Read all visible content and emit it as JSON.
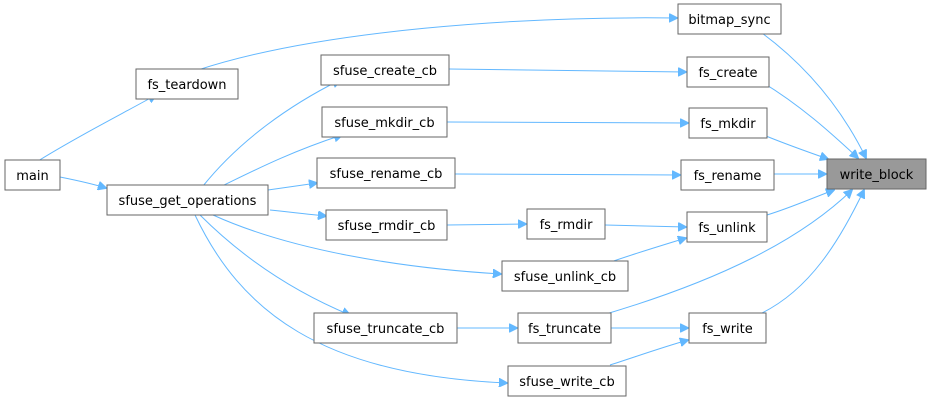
{
  "graph": {
    "colors": {
      "edge": "#63b8ff",
      "node_border": "#666666",
      "focus_fill": "#999999",
      "node_fill": "#ffffff"
    },
    "nodes": {
      "write_block": "write_block",
      "bitmap_sync": "bitmap_sync",
      "fs_create": "fs_create",
      "fs_mkdir": "fs_mkdir",
      "fs_rename": "fs_rename",
      "fs_unlink": "fs_unlink",
      "fs_write": "fs_write",
      "fs_teardown": "fs_teardown",
      "sfuse_create_cb": "sfuse_create_cb",
      "sfuse_mkdir_cb": "sfuse_mkdir_cb",
      "sfuse_rename_cb": "sfuse_rename_cb",
      "sfuse_rmdir_cb": "sfuse_rmdir_cb",
      "fs_rmdir": "fs_rmdir",
      "sfuse_unlink_cb": "sfuse_unlink_cb",
      "sfuse_truncate_cb": "sfuse_truncate_cb",
      "fs_truncate": "fs_truncate",
      "sfuse_write_cb": "sfuse_write_cb",
      "main": "main",
      "sfuse_get_operations": "sfuse_get_operations"
    },
    "edges": [
      [
        "bitmap_sync",
        "write_block"
      ],
      [
        "fs_create",
        "write_block"
      ],
      [
        "fs_mkdir",
        "write_block"
      ],
      [
        "fs_rename",
        "write_block"
      ],
      [
        "fs_unlink",
        "write_block"
      ],
      [
        "fs_truncate",
        "write_block"
      ],
      [
        "fs_write",
        "write_block"
      ],
      [
        "fs_teardown",
        "bitmap_sync"
      ],
      [
        "sfuse_create_cb",
        "fs_create"
      ],
      [
        "sfuse_mkdir_cb",
        "fs_mkdir"
      ],
      [
        "sfuse_rename_cb",
        "fs_rename"
      ],
      [
        "fs_rmdir",
        "fs_unlink"
      ],
      [
        "sfuse_unlink_cb",
        "fs_unlink"
      ],
      [
        "sfuse_truncate_cb",
        "fs_truncate"
      ],
      [
        "fs_truncate",
        "fs_write"
      ],
      [
        "sfuse_write_cb",
        "fs_write"
      ],
      [
        "sfuse_rmdir_cb",
        "fs_rmdir"
      ],
      [
        "main",
        "fs_teardown"
      ],
      [
        "main",
        "sfuse_get_operations"
      ],
      [
        "sfuse_get_operations",
        "sfuse_create_cb"
      ],
      [
        "sfuse_get_operations",
        "sfuse_mkdir_cb"
      ],
      [
        "sfuse_get_operations",
        "sfuse_rename_cb"
      ],
      [
        "sfuse_get_operations",
        "sfuse_rmdir_cb"
      ],
      [
        "sfuse_get_operations",
        "sfuse_unlink_cb"
      ],
      [
        "sfuse_get_operations",
        "sfuse_truncate_cb"
      ],
      [
        "sfuse_get_operations",
        "sfuse_write_cb"
      ]
    ]
  }
}
